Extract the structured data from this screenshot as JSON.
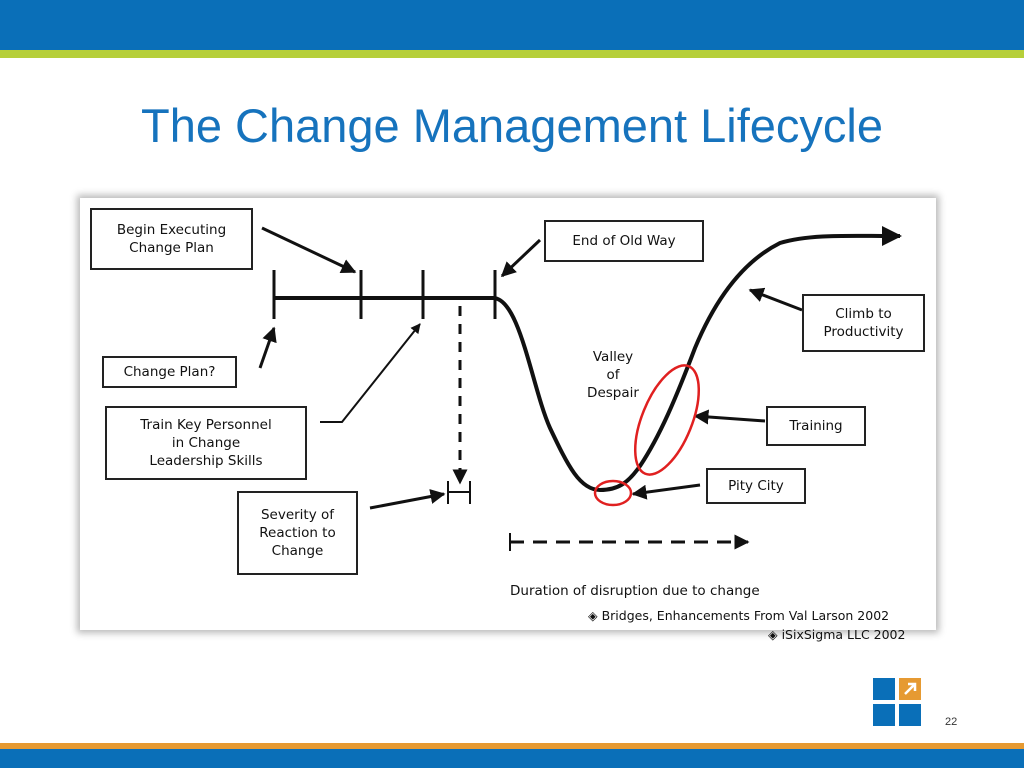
{
  "slide": {
    "title": "The Change Management Lifecycle",
    "page_number": "22"
  },
  "diagram": {
    "labels": {
      "begin_executing": "Begin Executing\nChange Plan",
      "end_of_old_way": "End of Old Way",
      "change_plan": "Change Plan?",
      "train_key_personnel": "Train Key Personnel\nin Change\nLeadership Skills",
      "severity_of_reaction": "Severity of\nReaction to\nChange",
      "valley_of_despair": "Valley\nof\nDespair",
      "climb_to_productivity": "Climb to\nProductivity",
      "training": "Training",
      "pity_city": "Pity City",
      "duration": "Duration of disruption due to change",
      "credit_1": "◈ Bridges, Enhancements From Val Larson 2002",
      "credit_2": "◈ iSixSigma LLC 2002"
    },
    "highlight_color": "#e02020",
    "line_color": "#111111"
  },
  "theme": {
    "brand_blue": "#0a6fb8",
    "accent_green": "#b6cf3a",
    "accent_orange": "#e69a32",
    "title_color": "#1673bd"
  }
}
